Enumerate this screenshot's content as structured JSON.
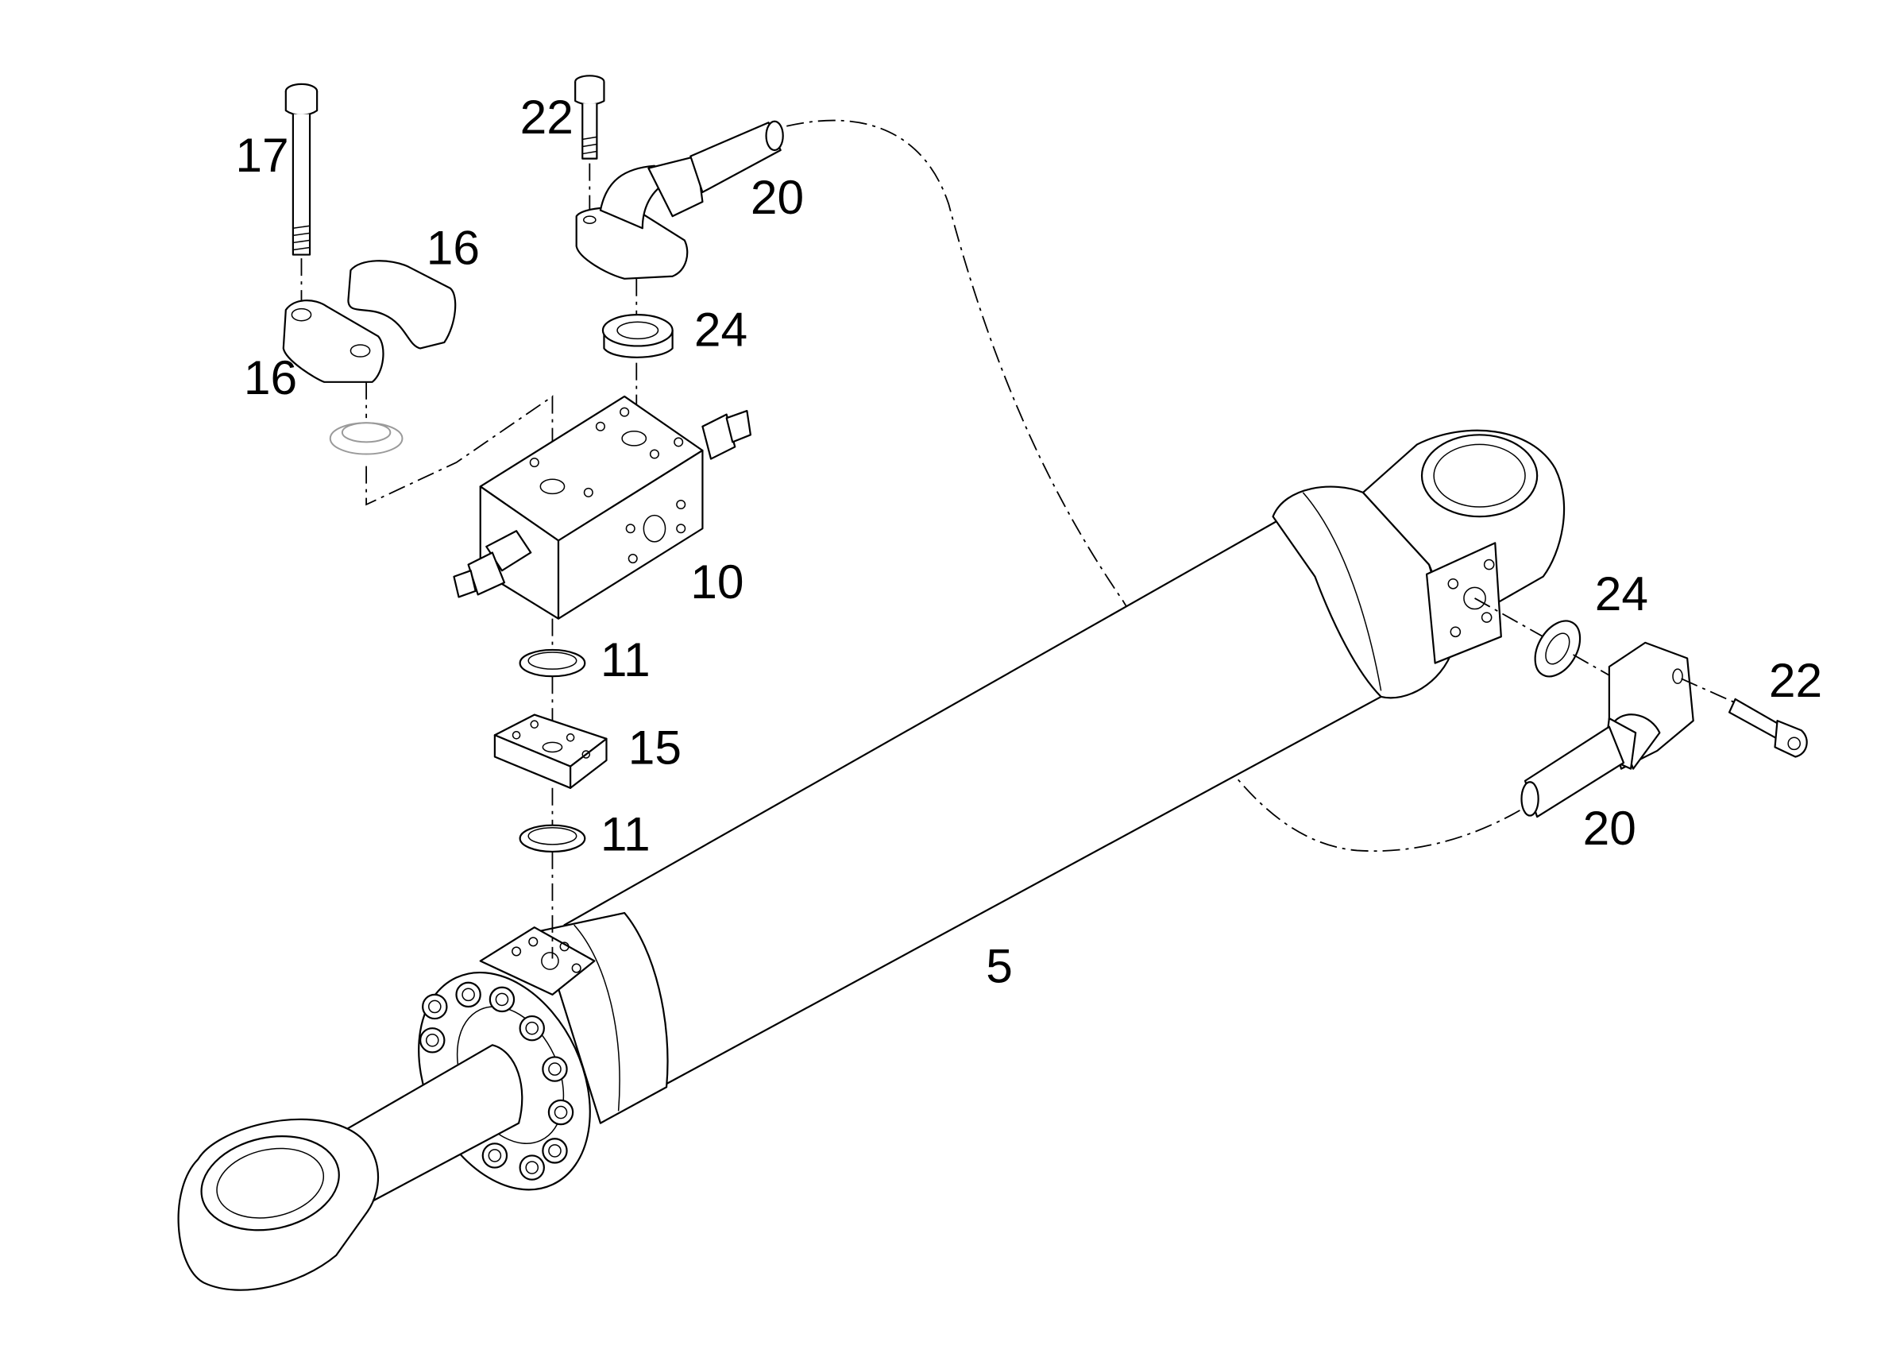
{
  "callouts": {
    "c17": "17",
    "c22_top": "22",
    "c20_top": "20",
    "c16_top": "16",
    "c16_bottom": "16",
    "c24_top": "24",
    "c10": "10",
    "c11_top": "11",
    "c15": "15",
    "c11_bottom": "11",
    "c5": "5",
    "c24_right": "24",
    "c22_right": "22",
    "c20_right": "20"
  }
}
